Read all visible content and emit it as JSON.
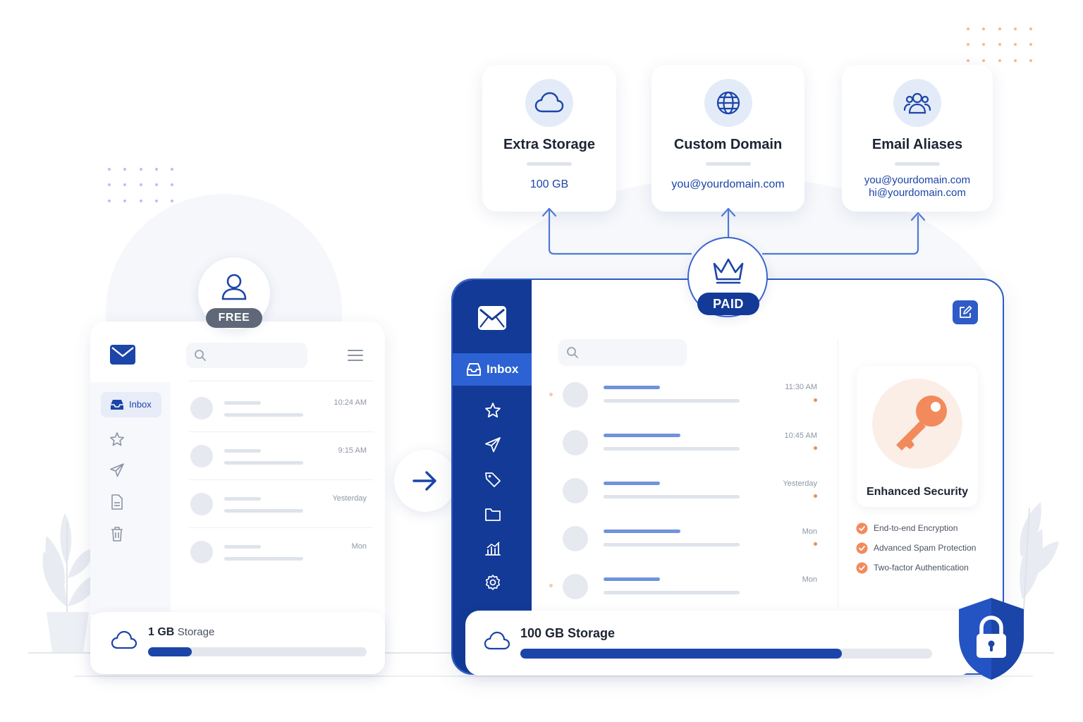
{
  "features": [
    {
      "title": "Extra Storage",
      "values": [
        "100 GB"
      ],
      "icon": "cloud-icon"
    },
    {
      "title": "Custom Domain",
      "values": [
        "you@yourdomain.com"
      ],
      "icon": "globe-icon"
    },
    {
      "title": "Email Aliases",
      "values": [
        "you@yourdomain.com",
        "hi@yourdomain.com"
      ],
      "icon": "users-icon"
    }
  ],
  "free": {
    "badge": "FREE",
    "nav_inbox": "Inbox",
    "times": [
      "10:24 AM",
      "9:15 AM",
      "Yesterday",
      "Mon"
    ],
    "storage_amount": "1 GB",
    "storage_label": "Storage",
    "storage_progress": 0.2
  },
  "paid": {
    "badge": "PAID",
    "nav_inbox": "Inbox",
    "times": [
      "11:30 AM",
      "10:45 AM",
      "Yesterday",
      "Mon",
      "Mon"
    ],
    "security_title": "Enhanced Security",
    "security_features": [
      "End-to-end Encryption",
      "Advanced Spam Protection",
      "Two-factor Authentication"
    ],
    "storage_label": "100 GB Storage",
    "storage_progress": 0.78
  },
  "colors": {
    "brand_blue": "#1b45a8",
    "sidebar_blue": "#123a96",
    "accent_orange": "#f28a5b",
    "badge_gray": "#5f6878"
  }
}
